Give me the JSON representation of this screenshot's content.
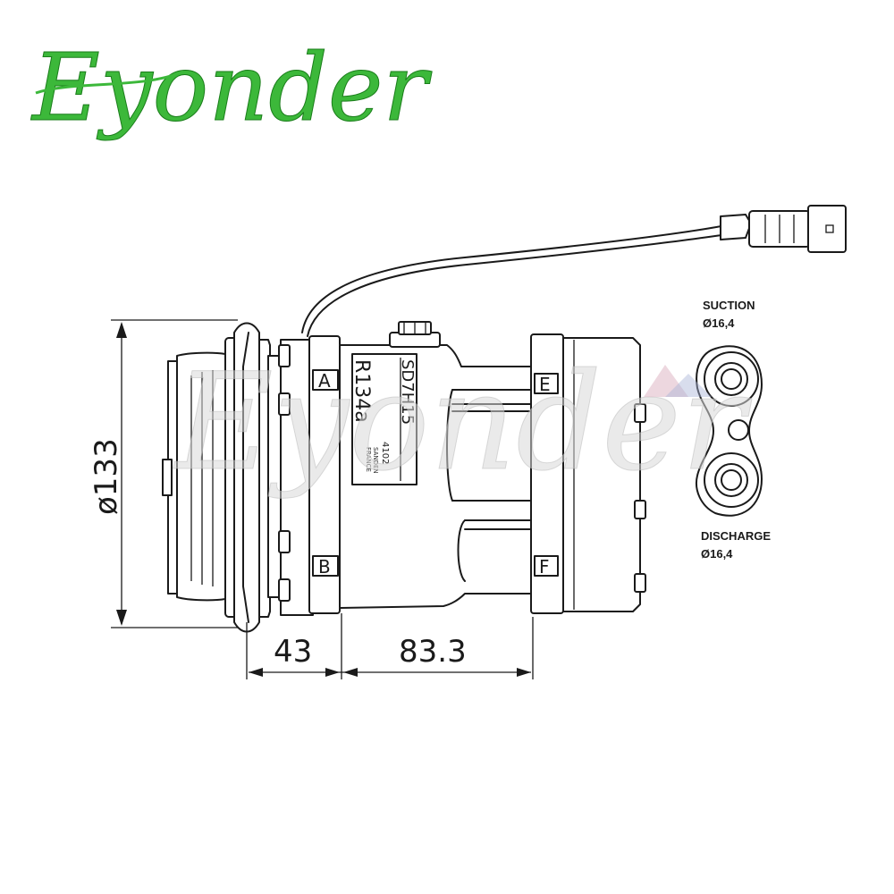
{
  "brand": {
    "name": "Eyonder",
    "color": "#3cb83a"
  },
  "watermark": {
    "text": "Eyonder"
  },
  "plate": {
    "model": "SD7H15",
    "refrigerant": "R134a",
    "code": "4102",
    "maker_line1": "SANDEN",
    "maker_line2": "FRANCE"
  },
  "ports": {
    "suction_label": "SUCTION",
    "suction_size": "Ø16,4",
    "discharge_label": "DISCHARGE",
    "discharge_size": "Ø16,4"
  },
  "markers": {
    "a": "A",
    "b": "B",
    "e": "E",
    "f": "F"
  },
  "dimensions": {
    "diameter": "ø133",
    "clutch_depth": "43",
    "body_length": "83.3"
  }
}
